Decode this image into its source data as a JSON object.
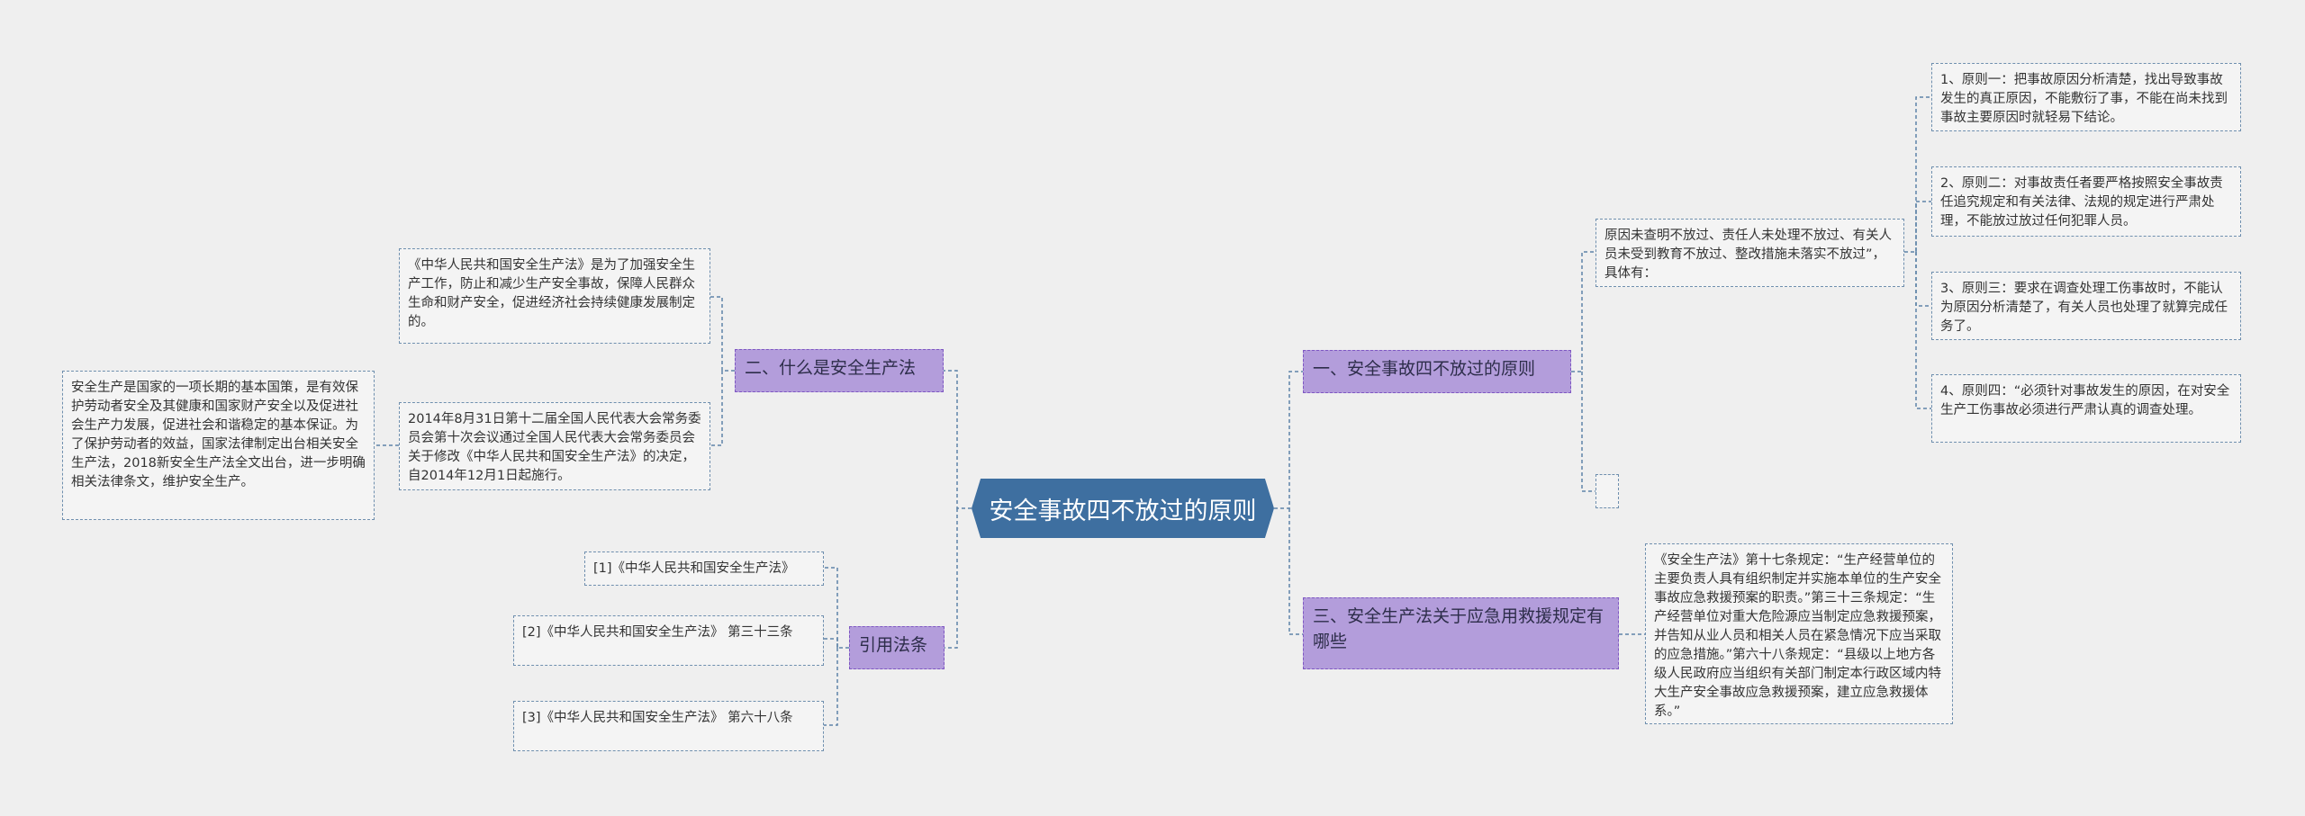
{
  "root": {
    "label": "安全事故四不放过的原则"
  },
  "branches": {
    "b1": "一、安全事故四不放过的原则",
    "b2": "二、什么是安全生产法",
    "b3": "三、安全生产法关于应急用救援规定有哪些",
    "b4": "引用法条"
  },
  "leaves": {
    "b1_intro": "原因未查明不放过、责任人未处理不放过、有关人员未受到教育不放过、整改措施未落实不放过”，具体有：",
    "p1": "1、原则一：把事故原因分析清楚，找出导致事故发生的真正原因，不能敷衍了事，不能在尚未找到事故主要原因时就轻易下结论。",
    "p2": "2、原则二：对事故责任者要严格按照安全事故责任追究规定和有关法律、法规的规定进行严肃处理，不能放过放过任何犯罪人员。",
    "p3": "3、原则三：要求在调查处理工伤事故时，不能认为原因分析清楚了，有关人员也处理了就算完成任务了。",
    "p4": "4、原则四：“必须针对事故发生的原因，在对安全生产工伤事故必须进行严肃认真的调查处理。",
    "b3_text": "《安全生产法》第十七条规定：“生产经营单位的主要负责人具有组织制定并实施本单位的生产安全事故应急救援预案的职责。”第三十三条规定：“生产经营单位对重大危险源应当制定应急救援预案，并告知从业人员和相关人员在紧急情况下应当采取的应急措施。”第六十八条规定：“县级以上地方各级人民政府应当组织有关部门制定本行政区域内特大生产安全事故应急救援预案，建立应急救援体系。”",
    "b2_a": "《中华人民共和国安全生产法》是为了加强安全生产工作，防止和减少生产安全事故，保障人民群众生命和财产安全，促进经济社会持续健康发展制定的。",
    "b2_b": "2014年8月31日第十二届全国人民代表大会常务委员会第十次会议通过全国人民代表大会常务委员会关于修改《中华人民共和国安全生产法》的决定，自2014年12月1日起施行。",
    "b2_b_child": "安全生产是国家的一项长期的基本国策，是有效保护劳动者安全及其健康和国家财产安全以及促进社会生产力发展，促进社会和谐稳定的基本保证。为了保护劳动者的效益，国家法律制定出台相关安全生产法，2018新安全生产法全文出台，进一步明确相关法律条文，维护安全生产。",
    "ref1": "[1]《中华人民共和国安全生产法》",
    "ref2": "[2]《中华人民共和国安全生产法》 第三十三条",
    "ref3": "[3]《中华人民共和国安全生产法》 第六十八条"
  },
  "colors": {
    "root": "#3e6fa0",
    "branch": "#b39ddb",
    "connector": "#5f84a8"
  }
}
